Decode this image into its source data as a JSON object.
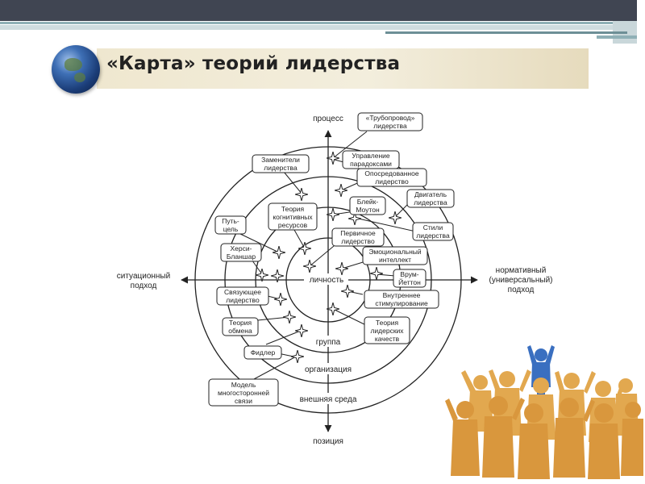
{
  "title": "«Карта» теорий лидерства",
  "axes": {
    "top": "процесс",
    "bottom": "позиция",
    "left": [
      "ситуационный",
      "подход"
    ],
    "right": [
      "нормативный",
      "(универсальный)",
      "подход"
    ]
  },
  "rings": {
    "inner": "личность",
    "group": "группа",
    "org": "организация",
    "outer": "внешняя среда"
  },
  "theories": {
    "pipeline": [
      "«Трубопровод»",
      "лидерства"
    ],
    "paradox": [
      "Управление",
      "парадоксами"
    ],
    "substitutes": [
      "Заменители",
      "лидерства"
    ],
    "mediated": [
      "Опосредованное",
      "лидерство"
    ],
    "engine": [
      "Двигатель",
      "лидерства"
    ],
    "cognitive": [
      "Теория",
      "когнитивных",
      "ресурсов"
    ],
    "blake": [
      "Блейк-",
      "Моутон"
    ],
    "pathgoal": [
      "Путь-",
      "цель"
    ],
    "styles": [
      "Стили",
      "лидерства"
    ],
    "primary": [
      "Первичное",
      "лидерство"
    ],
    "hersey": [
      "Херси-",
      "Бланшар"
    ],
    "emotional": [
      "Эмоциональный",
      "интеллект"
    ],
    "vroom": [
      "Врум-",
      "Йеттон"
    ],
    "linking": [
      "Связующее",
      "лидерство"
    ],
    "inner_motiv": [
      "Внутреннее",
      "стимулирование"
    ],
    "exchange": [
      "Теория",
      "обмена"
    ],
    "traits": [
      "Теория",
      "лидерских",
      "качеств"
    ],
    "fiedler": [
      "Фидлер"
    ],
    "multilink": [
      "Модель",
      "многосторонней",
      "связи"
    ]
  },
  "colors": {
    "header": "#404552",
    "title_band": "#efe7cf",
    "figures": "#e2a84f",
    "leader": "#3a6fc0"
  }
}
